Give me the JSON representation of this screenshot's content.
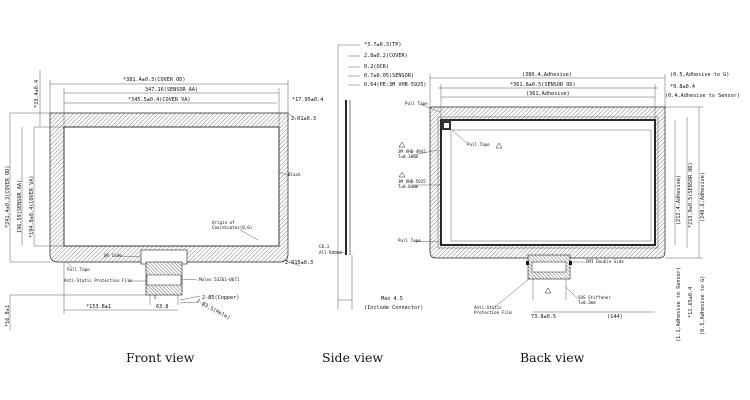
{
  "captions": {
    "front": "Front view",
    "side": "Side view",
    "back": "Back view"
  },
  "front": {
    "cover_od": "*381.4±0.3(COVER OD)",
    "sensor_aa": "347.16(SENSOR AA)",
    "cover_va": "*345.5±0.4(COVER VA)",
    "top_offset": "*17.95±0.4",
    "corner_r": "2-R1±0.3",
    "left_offset": "*23.4±0.4",
    "height_od": "*241.4±0.3(COVER OD)",
    "height_aa": "196.59(SENSOR AA)",
    "height_va": "*194.8±0.4(COVER VA)",
    "black": "Black",
    "origin1": "Origin of",
    "origin2": "Coordinates(0,0)",
    "qr": "QR Code",
    "pull_tape": "Pull Tape",
    "anti_static": "Anti-Static Protection Film",
    "molex": "Molex 53261-0671",
    "r_bottom": "2-R15±0.3",
    "phi5": "2-Ø5(Copper)",
    "phi35": "2-Ø3.5(Hole)",
    "dim5": "5",
    "dim153": "*153.8±1",
    "dim638": "63.8",
    "dim168": "*16.8±1"
  },
  "side": {
    "tp": "*3.7±0.3(TP)",
    "cover": "2.8±0.2(COVER)",
    "ocr": "0.2(OCR)",
    "sensor": "0.7±0.05(SENSOR)",
    "vhb": "0.64(PE:3M VHB-5925)",
    "c": "C0.3",
    "round": "All Round",
    "max1": "Max 4.5",
    "max2": "(Include Connector)"
  },
  "back": {
    "adh380": "(380.4,Adhesive)",
    "sensor_od": "*361.8±0.5(SENSOR OD)",
    "adh361": "(361,Adhesive)",
    "to_g": "(0.5,Adhesive to G)",
    "off98": "*9.8±0.4",
    "to_sensor": "(0.4,Adhesive to Sensor)",
    "pull_tape1": "Pull Tape",
    "pull_tape2": "Pull Tape",
    "pull_tape3": "Pull Tape",
    "vhb1_a": "3M VHB-4942",
    "vhb1_b": "T=0.38mm",
    "vhb2_a": "3M VHB-5925",
    "vhb2_b": "T=0.64mm",
    "h212": "(212.4,Adhesive)",
    "h213": "*213.9±0.5(SENSOR OD)",
    "h2406": "(240.6,Adhesive)",
    "emi": "EMI Double Side",
    "anti1": "Anti-Static",
    "anti2": "Protection Film",
    "stiff1": "SUS Stiffener",
    "stiff2": "T=0.3mm",
    "dim738": "73.8±0.5",
    "dim144": "(144)",
    "r1": "(1.1,Adhesive to Sensor)",
    "r2": "*12.65±0.4",
    "r3": "(0.5,Adhesive to G)"
  }
}
